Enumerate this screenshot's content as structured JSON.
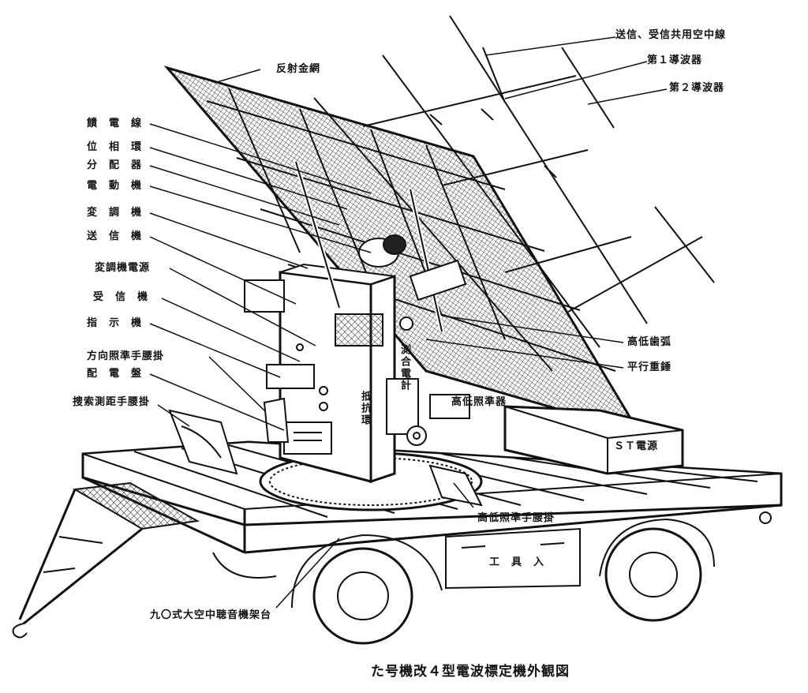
{
  "caption": "た号機改４型電波標定機外観図",
  "labels": {
    "antenna": "送信、受信共用空中線",
    "director1": "第１導波器",
    "director2": "第２導波器",
    "reflector": "反射金網",
    "feeder": "饋　電　線",
    "phase": "位　相　環",
    "distributor": "分　配　器",
    "motor": "電　動　機",
    "modulator": "変　調　機",
    "transmitter": "送　信　機",
    "modulator_power": "変調機電源",
    "receiver": "受　信　機",
    "indicator": "指　示　機",
    "azimuth_seat": "方向照準手腰掛",
    "switchboard": "配　電　盤",
    "search_seat": "捜索測距手腰掛",
    "elev_arc": "高低歯弧",
    "counterweight": "平行重錘",
    "elev_sight": "高低照準器",
    "st_power": "ＳＴ電源",
    "elev_seat": "高低照準手腰掛",
    "toolbox": "工　具　入",
    "trailer": "九〇式大空中聴音機架台",
    "resistor_ring": "抵抗環",
    "match_meter": "測合電計"
  }
}
